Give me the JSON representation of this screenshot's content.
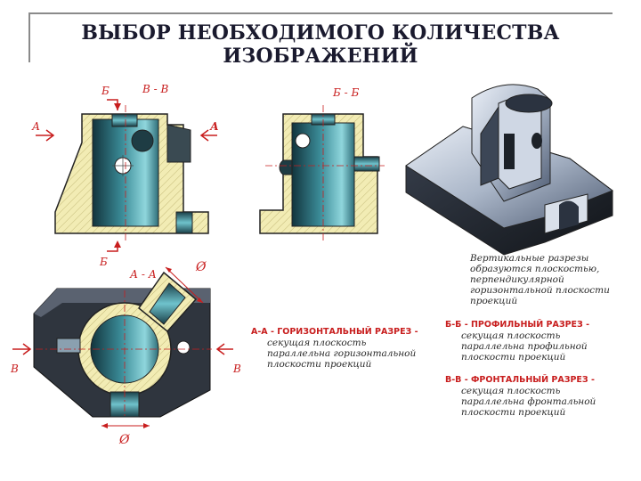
{
  "title": {
    "line1": "ВЫБОР НЕОБХОДИМОГО КОЛИЧЕСТВА",
    "line2": "ИЗОБРАЖЕНИЙ"
  },
  "labels": {
    "b_top": "Б",
    "vv": "В - В",
    "a_left": "А",
    "a_right": "А",
    "b_bottom": "Б",
    "bb": "Б - Б",
    "aa": "А - А",
    "v_left": "В",
    "v_right": "В",
    "diam_top": "Ø",
    "diam_bottom": "Ø"
  },
  "notes": {
    "vertical": "Вертикальные разрезы образуются плоскостью, перпендикулярной горизонтальной плоскости проекций",
    "aa_head": "А-А - ГОРИЗОНТАЛЬНЫЙ РАЗРЕЗ -",
    "aa_text": "секущая плоскость параллельна горизонтальной плоскости проекций",
    "bb_head": "Б-Б - ПРОФИЛЬНЫЙ РАЗРЕЗ -",
    "bb_text": "секущая плоскость параллельна профильной плоскости проекций",
    "vv_head": "В-В - ФРОНТАЛЬНЫЙ РАЗРЕЗ -",
    "vv_text": "секущая плоскость параллельна фронтальной плоскости проекций"
  },
  "colors": {
    "section_fill": "#f2ecb4",
    "label_red": "#c81e1e",
    "cavity_dark": "#1f4a55",
    "cavity_light": "#6fc3cc"
  }
}
